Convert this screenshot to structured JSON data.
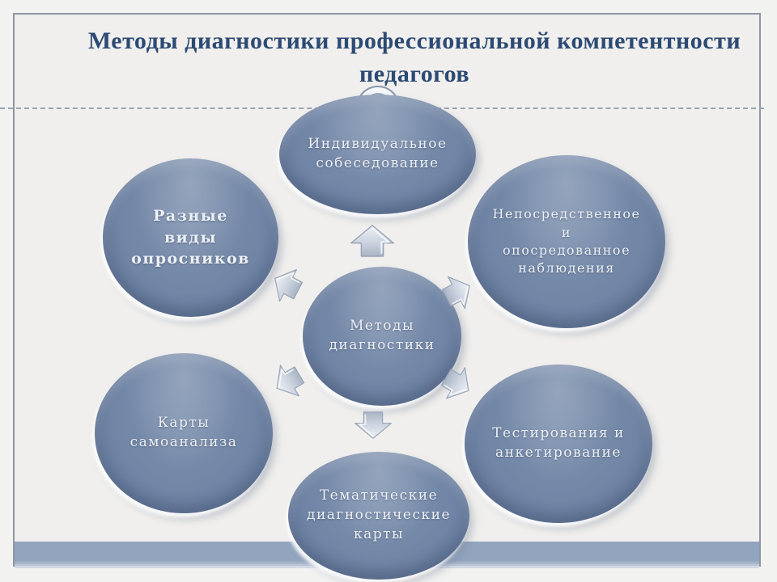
{
  "slide": {
    "title": "Методы диагностики профессиональной компетентности педагогов",
    "diagram": {
      "center": {
        "label": "Методы\nдиагностики"
      },
      "nodes": {
        "top": {
          "label": "Индивидуальное\nсобеседование"
        },
        "top_right": {
          "label": "Непосредственное\nи\nопосредованное\nнаблюдения"
        },
        "bottom_right": {
          "label": "Тестирования и\nанкетирование"
        },
        "bottom": {
          "label": "Тематические\nдиагностические\nкарты"
        },
        "bottom_left": {
          "label": "Карты\nсамоанализа"
        },
        "top_left": {
          "label": "Разные\nвиды\nопросников",
          "bold": true
        }
      },
      "arrows": [
        "arrow-up",
        "arrow-up-left",
        "arrow-up-right",
        "arrow-down-left",
        "arrow-down-right",
        "arrow-down"
      ]
    },
    "colors": {
      "title_text": "#2c4a74",
      "ellipse_fill": "#7186a6",
      "ellipse_text": "#ecf0f5",
      "arrow_fill": "#ccd3df",
      "footer_band": "#92a4be",
      "frame_border": "#8e96a3",
      "slide_background": "#f0efed"
    }
  }
}
